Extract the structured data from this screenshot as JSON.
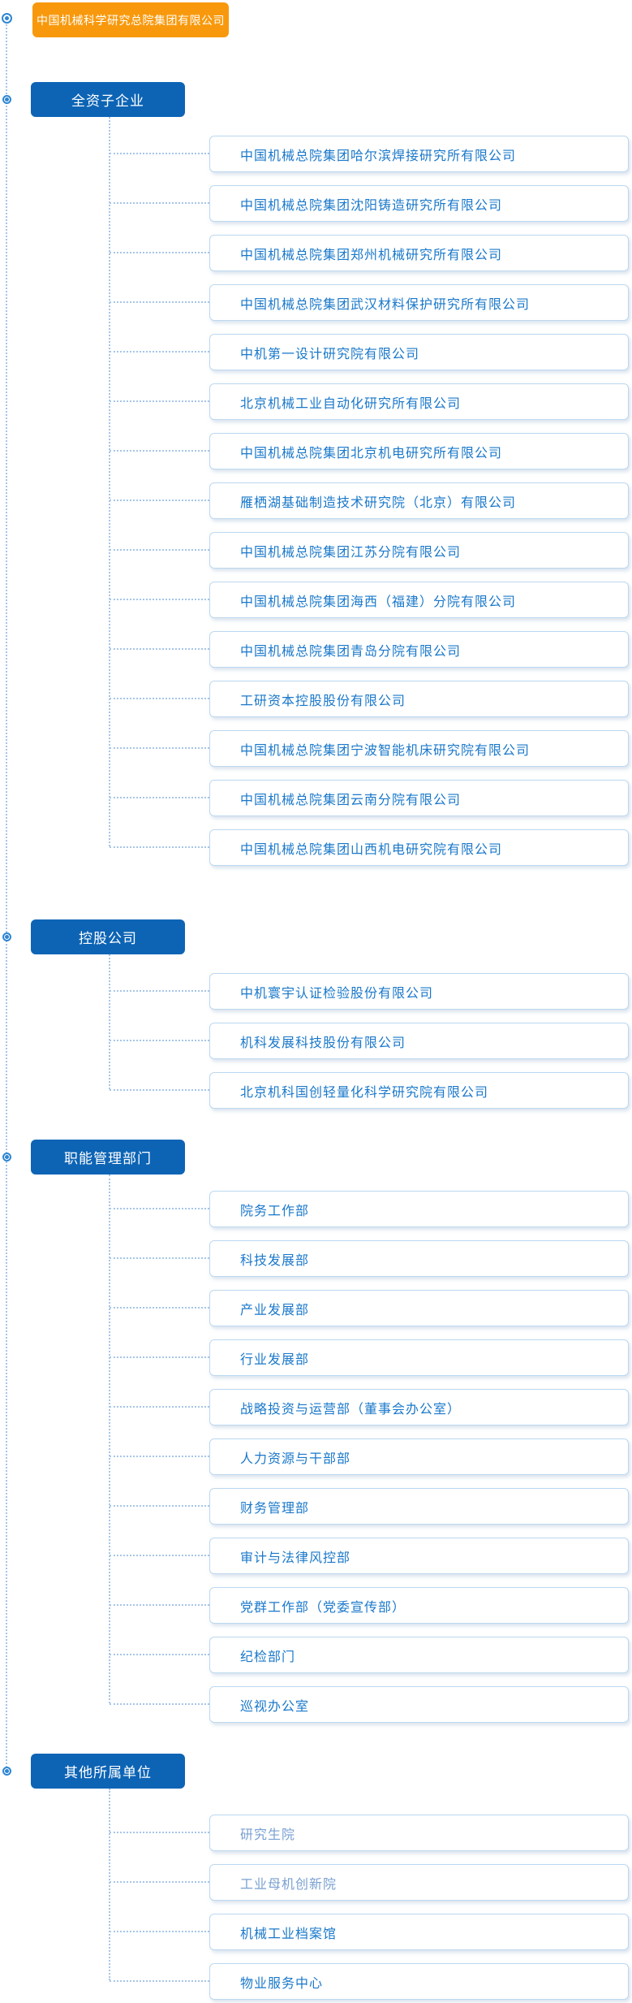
{
  "colors": {
    "orange": "#F8990D",
    "header_blue": "#0D64B5",
    "item_text": "#1A78CA",
    "item_text_muted": "#7AA0D2",
    "item_border": "#BCD8F0",
    "line": "#A6C6E8",
    "bullet": "#2E86D3"
  },
  "root": {
    "label": "中国机械科学研究总院集团有限公司"
  },
  "sections": [
    {
      "label": "全资子企业",
      "items": [
        {
          "label": "中国机械总院集团哈尔滨焊接研究所有限公司"
        },
        {
          "label": "中国机械总院集团沈阳铸造研究所有限公司"
        },
        {
          "label": "中国机械总院集团郑州机械研究所有限公司"
        },
        {
          "label": "中国机械总院集团武汉材料保护研究所有限公司"
        },
        {
          "label": "中机第一设计研究院有限公司"
        },
        {
          "label": "北京机械工业自动化研究所有限公司"
        },
        {
          "label": "中国机械总院集团北京机电研究所有限公司"
        },
        {
          "label": "雁栖湖基础制造技术研究院（北京）有限公司"
        },
        {
          "label": "中国机械总院集团江苏分院有限公司"
        },
        {
          "label": "中国机械总院集团海西（福建）分院有限公司"
        },
        {
          "label": "中国机械总院集团青岛分院有限公司"
        },
        {
          "label": "工研资本控股股份有限公司"
        },
        {
          "label": "中国机械总院集团宁波智能机床研究院有限公司"
        },
        {
          "label": "中国机械总院集团云南分院有限公司"
        },
        {
          "label": "中国机械总院集团山西机电研究院有限公司"
        }
      ]
    },
    {
      "label": "控股公司",
      "items": [
        {
          "label": "中机寰宇认证检验股份有限公司"
        },
        {
          "label": "机科发展科技股份有限公司"
        },
        {
          "label": "北京机科国创轻量化科学研究院有限公司"
        }
      ]
    },
    {
      "label": "职能管理部门",
      "items": [
        {
          "label": "院务工作部"
        },
        {
          "label": "科技发展部"
        },
        {
          "label": "产业发展部"
        },
        {
          "label": "行业发展部"
        },
        {
          "label": "战略投资与运营部（董事会办公室）"
        },
        {
          "label": "人力资源与干部部"
        },
        {
          "label": "财务管理部"
        },
        {
          "label": "审计与法律风控部"
        },
        {
          "label": "党群工作部（党委宣传部）"
        },
        {
          "label": "纪检部门"
        },
        {
          "label": "巡视办公室"
        }
      ]
    },
    {
      "label": "其他所属单位",
      "items": [
        {
          "label": "研究生院",
          "muted": true
        },
        {
          "label": "工业母机创新院",
          "muted": true
        },
        {
          "label": "机械工业档案馆"
        },
        {
          "label": "物业服务中心"
        }
      ]
    }
  ]
}
